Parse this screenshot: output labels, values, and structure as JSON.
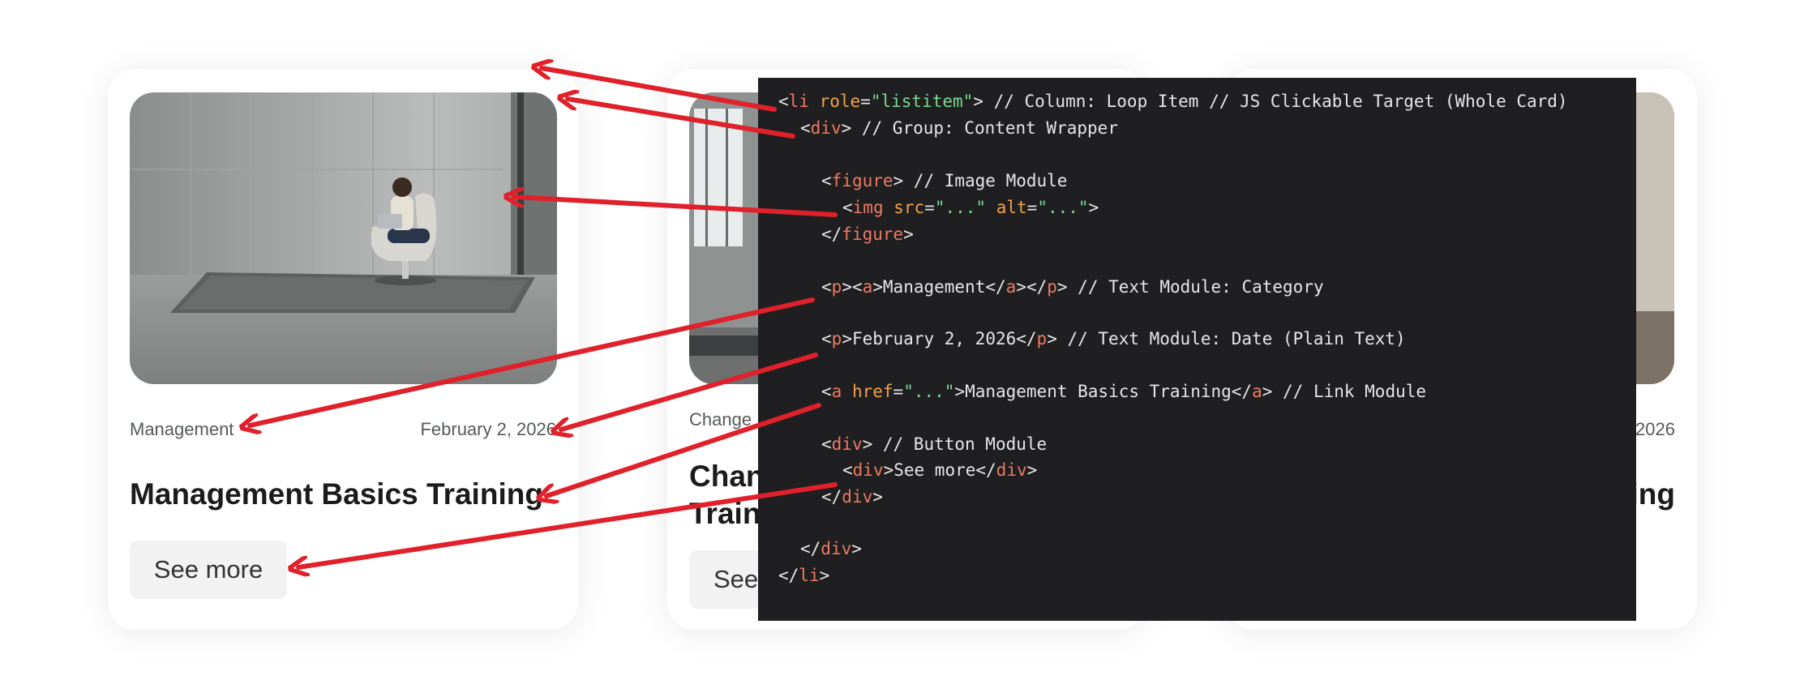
{
  "cards": [
    {
      "category": "Management",
      "date": "February 2, 2026",
      "title": "Management Basics Training",
      "button": "See more"
    },
    {
      "category": "Change",
      "title_line1": "Chan",
      "title_line2": "Train",
      "button": "See"
    },
    {
      "date_tail": "2026",
      "title_tail": "ing"
    }
  ],
  "code": {
    "lines": [
      [
        {
          "t": "<"
        },
        {
          "c": "tag",
          "t": "li"
        },
        {
          "t": " "
        },
        {
          "c": "attr",
          "t": "role"
        },
        {
          "t": "="
        },
        {
          "c": "str",
          "t": "\"listitem\""
        },
        {
          "t": "> // Column: Loop Item // JS Clickable Target (Whole Card)"
        }
      ],
      [
        {
          "t": "<"
        },
        {
          "c": "tag",
          "t": "div"
        },
        {
          "t": "> // Group: Content Wrapper"
        }
      ],
      [
        {
          "t": "<"
        },
        {
          "c": "tag",
          "t": "figure"
        },
        {
          "t": "> // Image Module"
        }
      ],
      [
        {
          "t": "<"
        },
        {
          "c": "tag",
          "t": "img"
        },
        {
          "t": " "
        },
        {
          "c": "attr",
          "t": "src"
        },
        {
          "t": "="
        },
        {
          "c": "str",
          "t": "\"...\""
        },
        {
          "t": " "
        },
        {
          "c": "attr",
          "t": "alt"
        },
        {
          "t": "="
        },
        {
          "c": "str",
          "t": "\"...\""
        },
        {
          "t": ">"
        }
      ],
      [
        {
          "t": "</"
        },
        {
          "c": "tag",
          "t": "figure"
        },
        {
          "t": ">"
        }
      ],
      [
        {
          "t": "<"
        },
        {
          "c": "tag",
          "t": "p"
        },
        {
          "t": "><"
        },
        {
          "c": "tag",
          "t": "a"
        },
        {
          "t": ">Management</"
        },
        {
          "c": "tag",
          "t": "a"
        },
        {
          "t": "></"
        },
        {
          "c": "tag",
          "t": "p"
        },
        {
          "t": "> // Text Module: Category"
        }
      ],
      [
        {
          "t": "<"
        },
        {
          "c": "tag",
          "t": "p"
        },
        {
          "t": ">February 2, 2026</"
        },
        {
          "c": "tag",
          "t": "p"
        },
        {
          "t": "> // Text Module: Date (Plain Text)"
        }
      ],
      [
        {
          "t": "<"
        },
        {
          "c": "tag",
          "t": "a"
        },
        {
          "t": " "
        },
        {
          "c": "attr",
          "t": "href"
        },
        {
          "t": "="
        },
        {
          "c": "str",
          "t": "\"...\""
        },
        {
          "t": ">Management Basics Training</"
        },
        {
          "c": "tag",
          "t": "a"
        },
        {
          "t": "> // Link Module"
        }
      ],
      [
        {
          "t": "<"
        },
        {
          "c": "tag",
          "t": "div"
        },
        {
          "t": "> // Button Module"
        }
      ],
      [
        {
          "t": "<"
        },
        {
          "c": "tag",
          "t": "div"
        },
        {
          "t": ">See more</"
        },
        {
          "c": "tag",
          "t": "div"
        },
        {
          "t": ">"
        }
      ],
      [
        {
          "t": "</"
        },
        {
          "c": "tag",
          "t": "div"
        },
        {
          "t": ">"
        }
      ],
      [
        {
          "t": "</"
        },
        {
          "c": "tag",
          "t": "div"
        },
        {
          "t": ">"
        }
      ],
      [
        {
          "t": "</"
        },
        {
          "c": "tag",
          "t": "li"
        },
        {
          "t": ">"
        }
      ]
    ]
  },
  "colors": {
    "code_bg": "#1f1f21",
    "tag": "#ec7a62",
    "attr": "#f0a24a",
    "string": "#7bd88f",
    "arrow": "#e0202a"
  }
}
